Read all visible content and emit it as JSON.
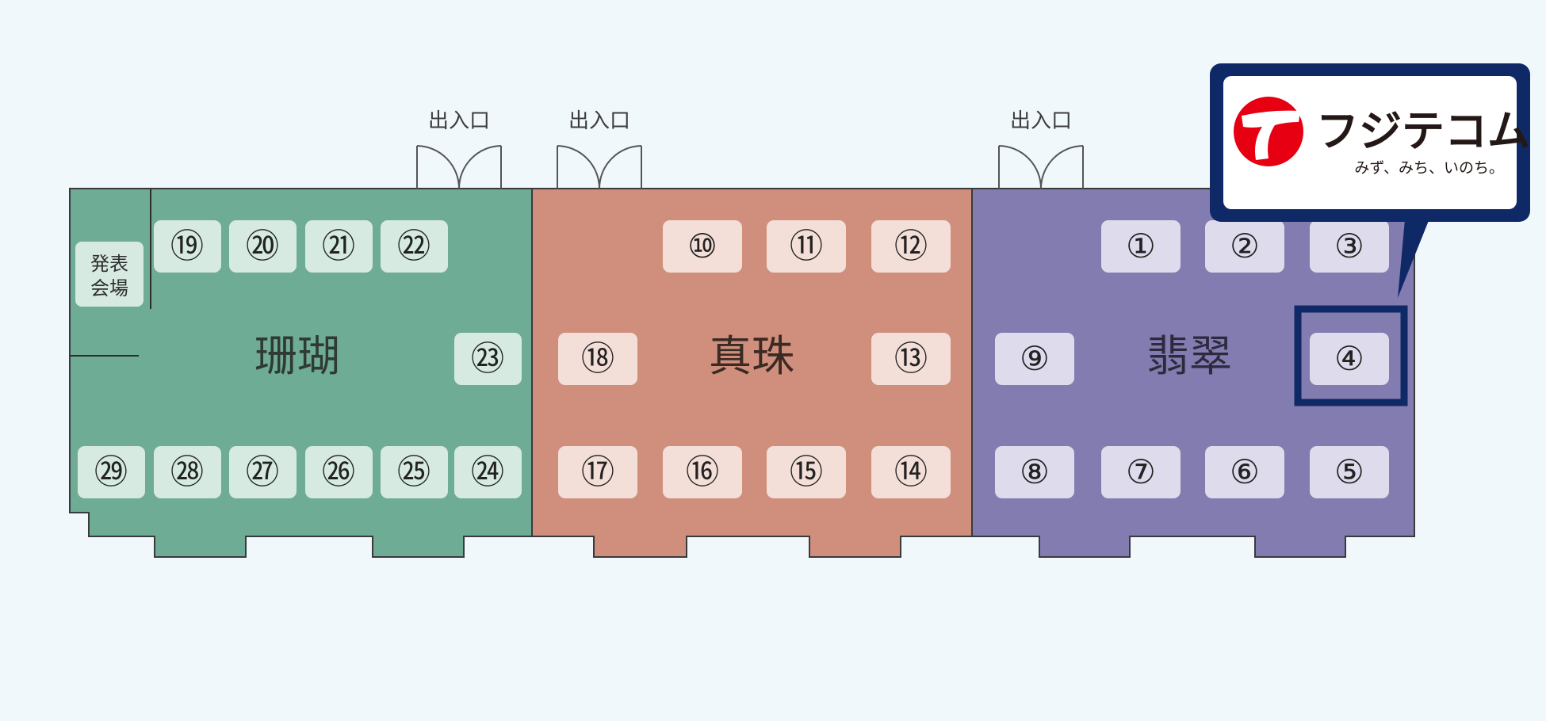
{
  "colors": {
    "background": "#f1f8fc",
    "coral_hall": "#6fac95",
    "pearl_hall": "#d08f7d",
    "jade_hall": "#837cb0",
    "booth_green": "#d6eae1",
    "booth_salmon": "#f3dfd8",
    "booth_purple": "#dedcec",
    "outline": "#3a3a3a",
    "highlight": "#0f2866",
    "logo_red": "#e60012"
  },
  "entrance_label": "出入口",
  "halls": {
    "coral": "珊瑚",
    "pearl": "真珠",
    "jade": "翡翠"
  },
  "presentation_venue": {
    "line1": "発表",
    "line2": "会場"
  },
  "booths": [
    "①",
    "②",
    "③",
    "④",
    "⑤",
    "⑥",
    "⑦",
    "⑧",
    "⑨",
    "⑩",
    "⑪",
    "⑫",
    "⑬",
    "⑭",
    "⑮",
    "⑯",
    "⑰",
    "⑱",
    "⑲",
    "⑳",
    "㉑",
    "㉒",
    "㉓",
    "㉔",
    "㉕",
    "㉖",
    "㉗",
    "㉘",
    "㉙"
  ],
  "highlighted_booth": "④",
  "callout": {
    "brand": "フジテコム",
    "tagline": "みず、みち、いのち。",
    "logo_icon": "fujitecom-logo-icon"
  }
}
